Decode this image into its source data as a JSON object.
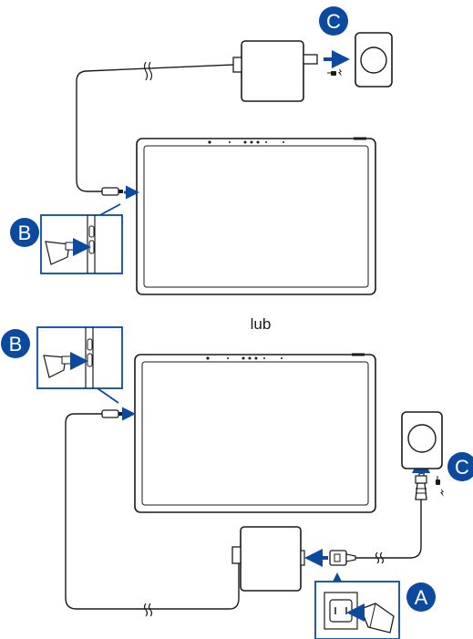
{
  "separator": "lub",
  "callouts": {
    "a": "A",
    "b": "B",
    "c": "C"
  },
  "colors": {
    "accent": "#0b4a9e",
    "line": "#1a1a1a",
    "panel_fill": "#ffffff"
  },
  "icons": [
    "tablet",
    "power-adapter",
    "wall-outlet",
    "usb-c-plug",
    "power-cord",
    "plug-symbol",
    "arrow-right",
    "arrow-left",
    "arrow-up",
    "cable-break"
  ]
}
